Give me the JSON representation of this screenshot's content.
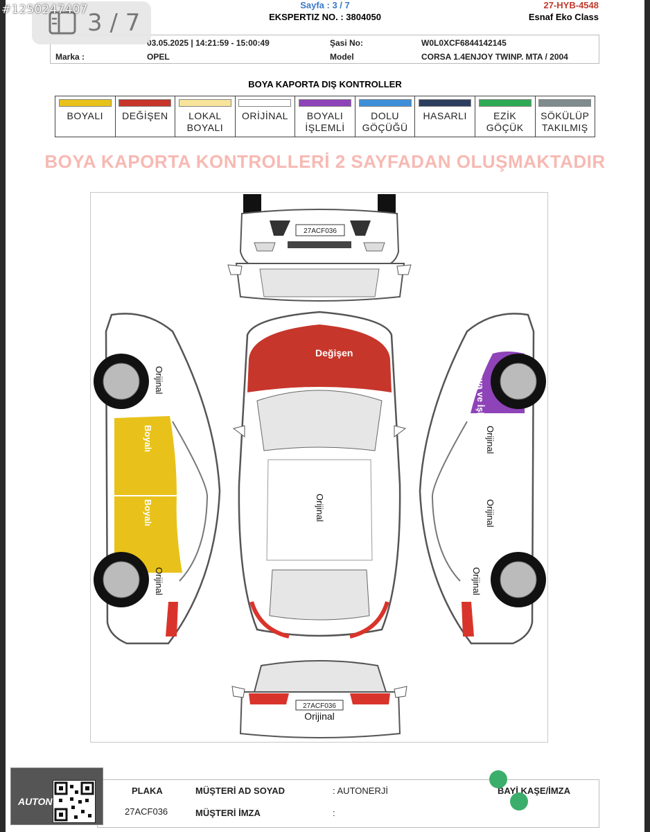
{
  "overlay": {
    "image_id": "#1250247407",
    "page_counter": "3 / 7"
  },
  "header": {
    "page": "Sayfa : 3 / 7",
    "expertise_no": "EKSPERTIZ NO. : 3804050",
    "plate_top": "27-HYB-4548",
    "package": "Esnaf Eko Class"
  },
  "info": {
    "datetime": "03.05.2025 | 14:21:59 - 15:00:49",
    "brand_label": "Marka :",
    "brand_value": "OPEL",
    "chassis_label": "Şasi No:",
    "chassis_value": "W0L0XCF6844142145",
    "model_label": "Model",
    "model_value": "CORSA 1.4ENJOY TWINP. MTA / 2004"
  },
  "section_title": "BOYA KAPORTA DIŞ KONTROLLER",
  "legend": [
    {
      "line1": "BOYALI",
      "line2": "",
      "color": "#e8c21a"
    },
    {
      "line1": "DEĞİŞEN",
      "line2": "",
      "color": "#c6362b"
    },
    {
      "line1": "LOKAL",
      "line2": "BOYALI",
      "color": "#f7e39a"
    },
    {
      "line1": "ORİJİNAL",
      "line2": "",
      "color": "#ffffff"
    },
    {
      "line1": "BOYALI",
      "line2": "İŞLEMLİ",
      "color": "#8e44b8"
    },
    {
      "line1": "DOLU",
      "line2": "GÖÇÜĞÜ",
      "color": "#3d8fd9"
    },
    {
      "line1": "HASARLI",
      "line2": "",
      "color": "#2c3e5e"
    },
    {
      "line1": "EZİK",
      "line2": "GÖÇÜK",
      "color": "#2eaa55"
    },
    {
      "line1": "SÖKÜLÜP",
      "line2": "TAKILMIŞ",
      "color": "#7f8c8d"
    }
  ],
  "banner": "BOYA KAPORTA KONTROLLERİ 2 SAYFADAN OLUŞMAKTADIR",
  "diagram": {
    "front_plate": "27ACF036",
    "rear_plate": "27ACF036",
    "hood": "Değişen",
    "roof": "Orijinal",
    "rear": "Orijinal",
    "left_front_fender": "Orijinal",
    "left_front_door": "Boyalı",
    "left_rear_door": "Boyalı",
    "left_rear_fender": "Orijinal",
    "right_front_fender": "Boya ve İşl.",
    "right_front_door": "Orijinal",
    "right_rear_door": "Orijinal",
    "right_rear_fender": "Orijinal"
  },
  "colors": {
    "changed": "#c6362b",
    "painted": "#e8c21a",
    "processed": "#8e44b8",
    "light_red": "#d9342b"
  },
  "footer": {
    "plate_label": "PLAKA",
    "plate_value": "27ACF036",
    "customer_label": "MÜŞTERİ AD SOYAD",
    "customer_value": ": AUTONERJİ",
    "signature_label": "MÜŞTERİ İMZA",
    "signature_value": ":",
    "dealer_label": "BAYİ KAŞE/İMZA"
  },
  "logo": {
    "text": "AUTONERJİ"
  }
}
